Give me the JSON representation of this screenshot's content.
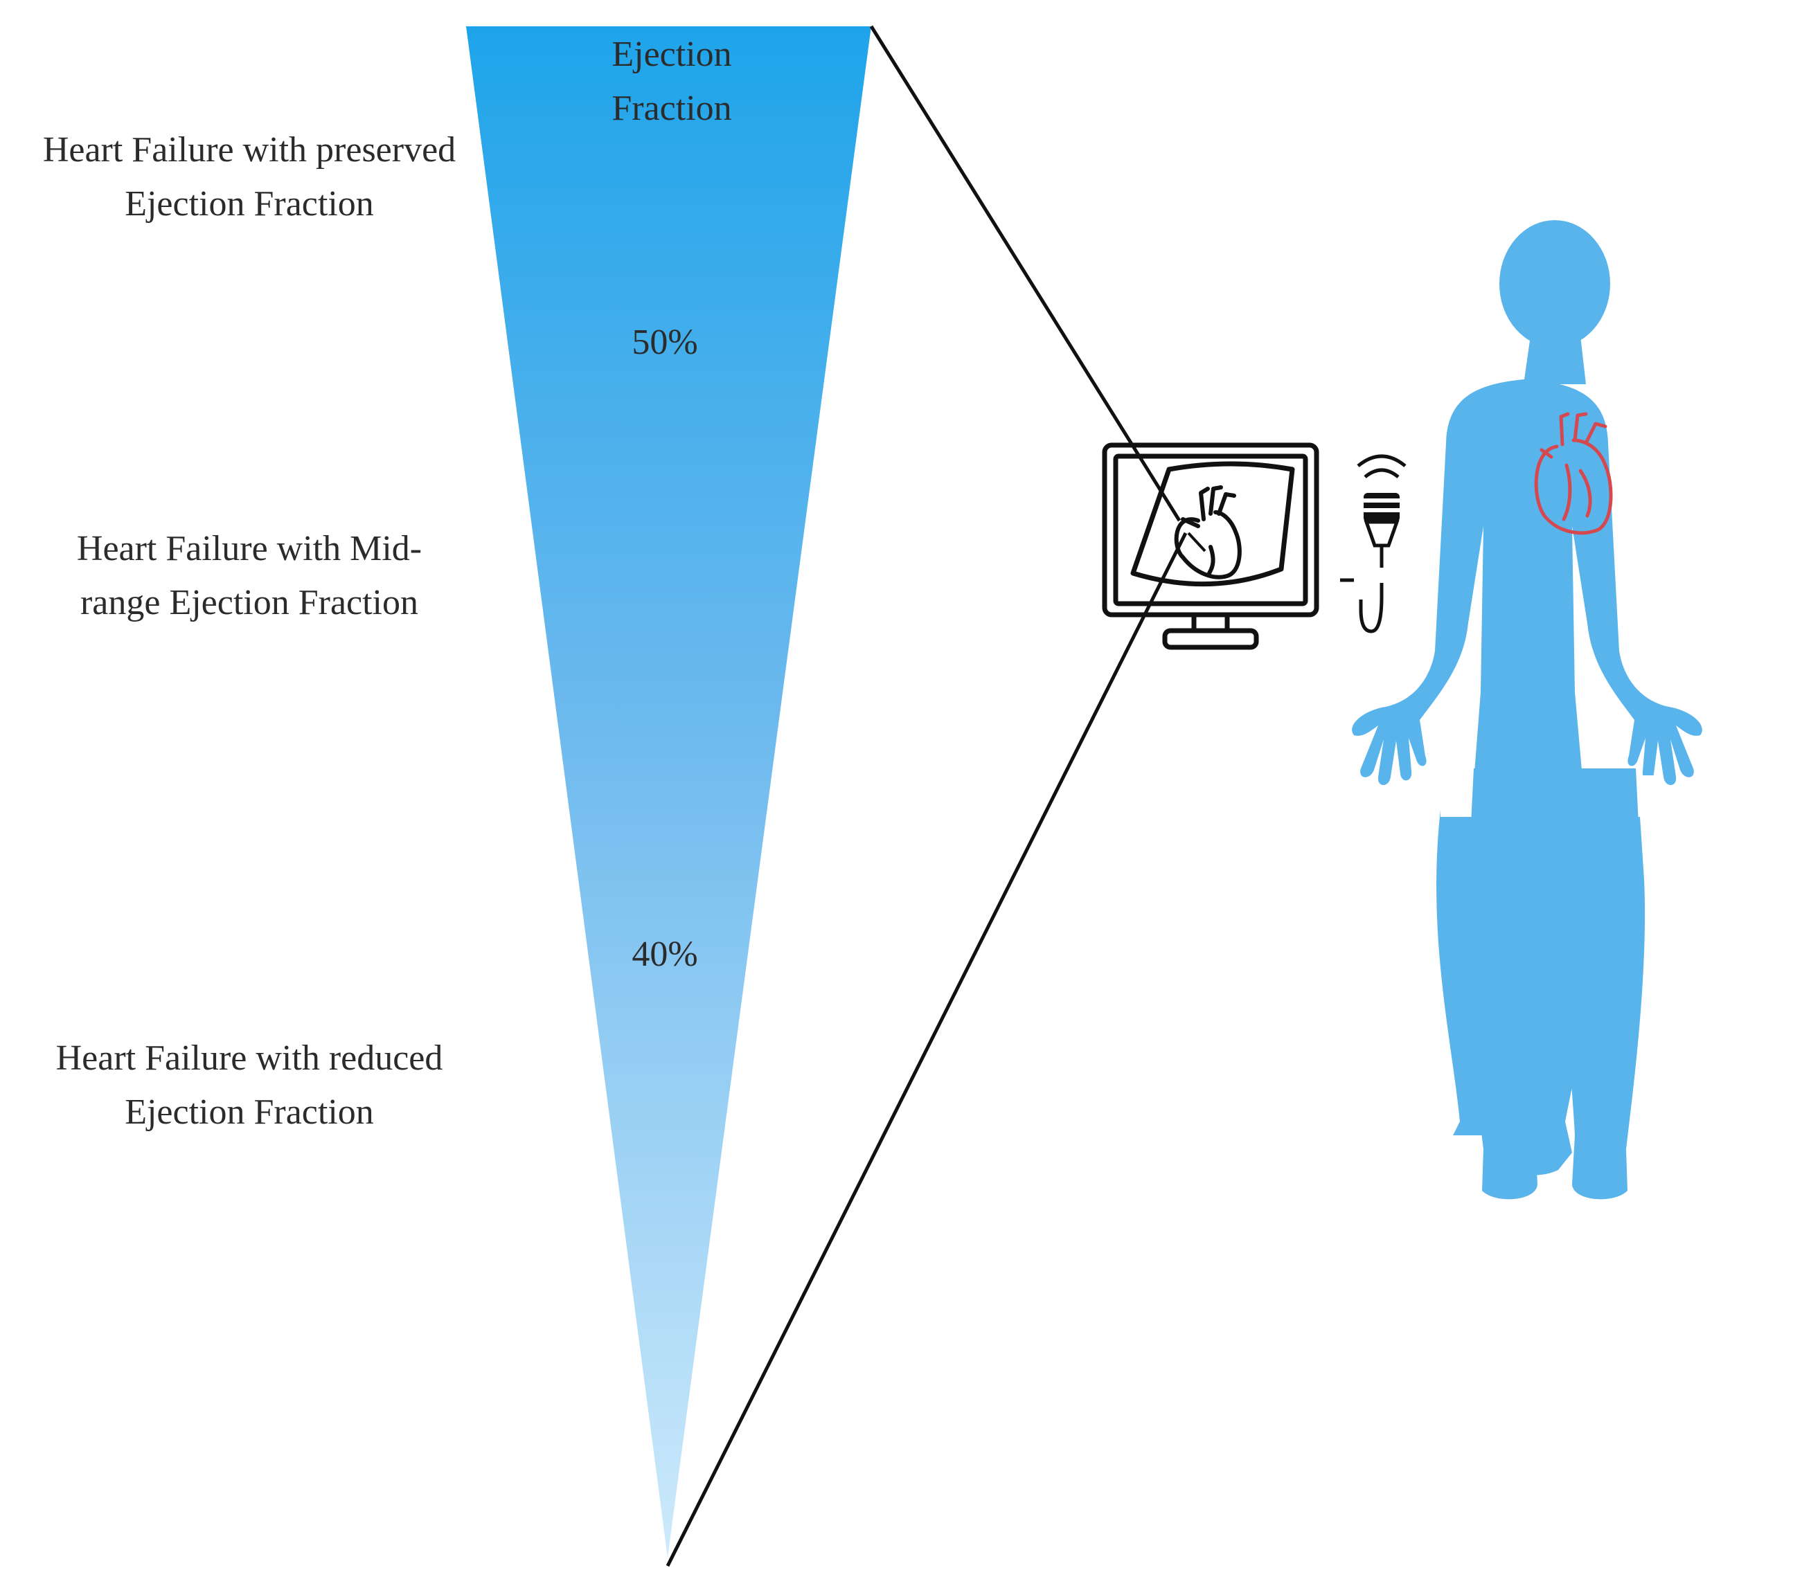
{
  "scale": {
    "title_line1": "Ejection",
    "title_line2": "Fraction",
    "mark_high": "50%",
    "mark_low": "40%",
    "gradient_top_color": "#1ea4ea",
    "gradient_bottom_color": "#cdeafb"
  },
  "categories": {
    "preserved": {
      "line1": "Heart Failure with preserved",
      "line2": "Ejection Fraction"
    },
    "mid_range": {
      "line1": "Heart Failure with Mid-",
      "line2": "range Ejection Fraction"
    },
    "reduced": {
      "line1": "Heart Failure with reduced",
      "line2": "Ejection Fraction"
    }
  },
  "icons": {
    "monitor": "ultrasound-monitor-icon",
    "probe": "ultrasound-probe-icon",
    "body": "human-body-icon",
    "heart": "heart-icon"
  },
  "colors": {
    "body": "#5ab4ec",
    "heart_outline": "#d6484f",
    "line": "#111111"
  }
}
